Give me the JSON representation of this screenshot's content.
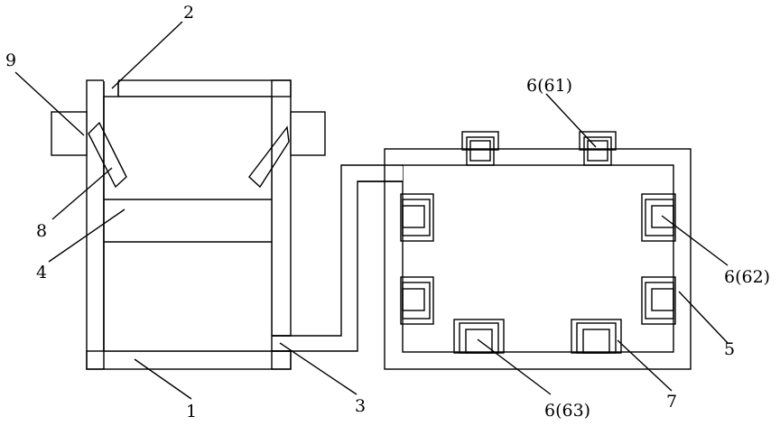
{
  "diagram": {
    "labels": {
      "l1": "1",
      "l2": "2",
      "l3": "3",
      "l4": "4",
      "l5": "5",
      "l61": "6(61)",
      "l62": "6(62)",
      "l63": "6(63)",
      "l7": "7",
      "l8": "8",
      "l9": "9"
    },
    "components": [
      "left-tank",
      "right-tank",
      "connecting-pipe",
      "inlet-opening",
      "inner-partition",
      "baffle-left",
      "baffle-right",
      "side-block-left",
      "side-block-right",
      "module-top-1",
      "module-top-2",
      "module-left-1",
      "module-left-2",
      "module-right-1",
      "module-right-2",
      "module-bottom-1",
      "module-bottom-2"
    ]
  }
}
